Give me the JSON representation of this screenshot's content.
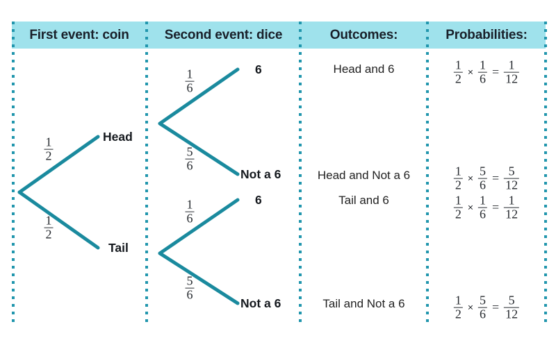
{
  "colors": {
    "header_band": "#9fe2ec",
    "divider_dots": "#2196ad",
    "branch_line": "#1a8a9e",
    "text": "#1b1b1b"
  },
  "headers": [
    {
      "label": "First event: coin"
    },
    {
      "label": "Second event: dice"
    },
    {
      "label": "Outcomes:"
    },
    {
      "label": "Probabilities:"
    }
  ],
  "first_event": {
    "branches": [
      {
        "id": "head",
        "node_label": "Head",
        "prob_num": "1",
        "prob_den": "2"
      },
      {
        "id": "tail",
        "node_label": "Tail",
        "prob_num": "1",
        "prob_den": "2"
      }
    ]
  },
  "second_event": {
    "branches": [
      {
        "id": "head-six",
        "node_label": "6",
        "prob_num": "1",
        "prob_den": "6"
      },
      {
        "id": "head-not-six",
        "node_label": "Not a 6",
        "prob_num": "5",
        "prob_den": "6"
      },
      {
        "id": "tail-six",
        "node_label": "6",
        "prob_num": "1",
        "prob_den": "6"
      },
      {
        "id": "tail-not-six",
        "node_label": "Not a 6",
        "prob_num": "5",
        "prob_den": "6"
      }
    ]
  },
  "outcomes": [
    {
      "label": "Head and 6"
    },
    {
      "label": "Head and Not a 6"
    },
    {
      "label": "Tail and 6"
    },
    {
      "label": "Tail and Not a 6"
    }
  ],
  "probabilities": [
    {
      "a_num": "1",
      "a_den": "2",
      "op": "×",
      "b_num": "1",
      "b_den": "6",
      "eq": "=",
      "r_num": "1",
      "r_den": "12"
    },
    {
      "a_num": "1",
      "a_den": "2",
      "op": "×",
      "b_num": "5",
      "b_den": "6",
      "eq": "=",
      "r_num": "5",
      "r_den": "12"
    },
    {
      "a_num": "1",
      "a_den": "2",
      "op": "×",
      "b_num": "1",
      "b_den": "6",
      "eq": "=",
      "r_num": "1",
      "r_den": "12"
    },
    {
      "a_num": "1",
      "a_den": "2",
      "op": "×",
      "b_num": "5",
      "b_den": "6",
      "eq": "=",
      "r_num": "5",
      "r_den": "12"
    }
  ]
}
